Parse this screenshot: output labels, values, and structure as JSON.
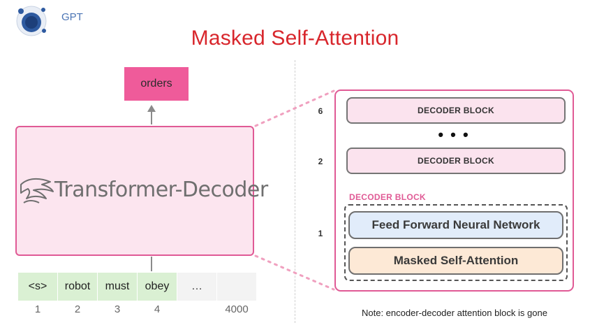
{
  "header": {
    "brand": "GPT",
    "title": "Masked Self-Attention"
  },
  "left": {
    "output_token": "orders",
    "model_name": "Transformer-Decoder",
    "tokens": [
      "<s>",
      "robot",
      "must",
      "obey",
      "…",
      ""
    ],
    "positions": [
      "1",
      "2",
      "3",
      "4",
      "",
      "4000"
    ]
  },
  "right": {
    "stack_numbers": [
      "6",
      "2",
      "1"
    ],
    "block_label": "DECODER BLOCK",
    "ellipsis": "• • •",
    "expanded_label": "DECODER BLOCK",
    "ffnn_label": "Feed Forward Neural Network",
    "msa_label": "Masked Self-Attention"
  },
  "note": "Note: encoder-decoder attention block is gone",
  "colors": {
    "accent_pink": "#e05a95",
    "output_pink": "#ef5b9a",
    "title_red": "#d8262c",
    "token_green": "#daf0d3",
    "ffnn_blue": "#e1ecfa",
    "msa_orange": "#fde9d6"
  }
}
